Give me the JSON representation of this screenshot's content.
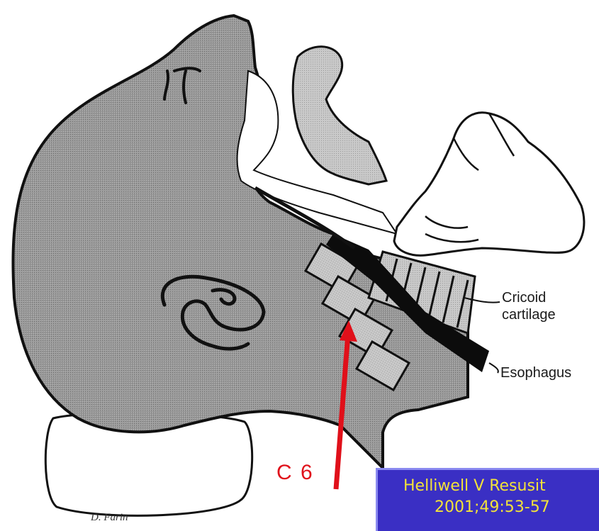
{
  "labels": {
    "cricoid_line1": "Cricoid",
    "cricoid_line2": "cartilage",
    "esophagus": "Esophagus",
    "vertebra": "C 6",
    "signature": "D. Farin"
  },
  "citation": {
    "line1": "Helliwell V Resusit",
    "line2": "2001;49:53-57"
  },
  "colors": {
    "head_fill": "#8d8d8d",
    "arrow": "#e0101a",
    "citation_bg": "#3a2fc4",
    "citation_text": "#f2e23a"
  }
}
